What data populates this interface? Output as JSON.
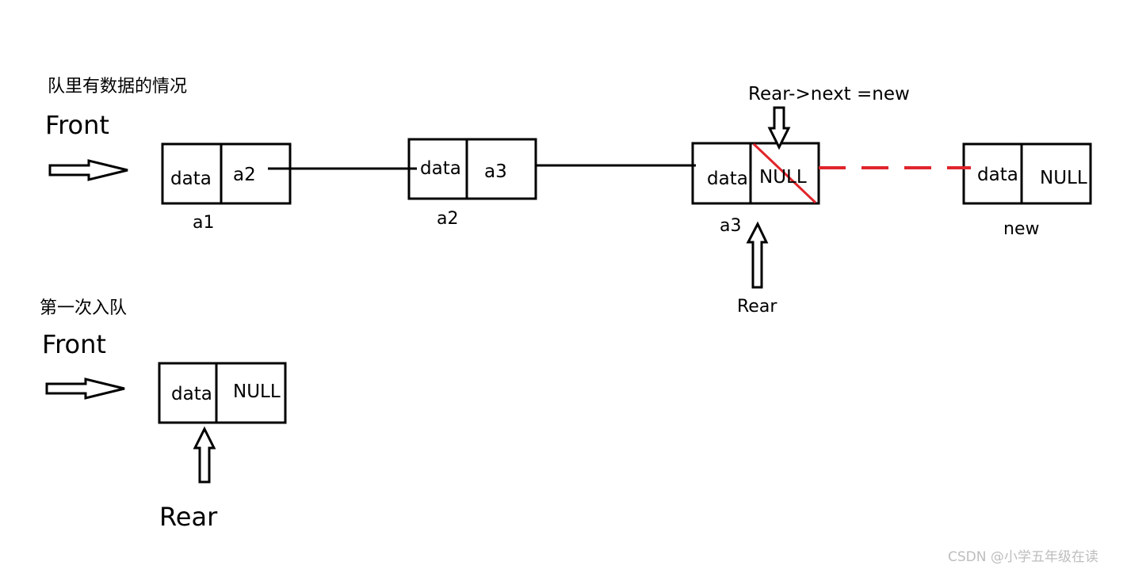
{
  "top_section": {
    "heading": "队里有数据的情况",
    "front_label": "Front",
    "nodes": [
      {
        "name": "a1",
        "data": "data",
        "next": "a2"
      },
      {
        "name": "a2",
        "data": "data",
        "next": "a3"
      },
      {
        "name": "a3",
        "data": "data",
        "next": "NULL"
      },
      {
        "name": "new",
        "data": "data",
        "next": "NULL"
      }
    ],
    "rear_label": "Rear",
    "annotation": "Rear->next =new"
  },
  "bottom_section": {
    "heading": "第一次入队",
    "front_label": "Front",
    "node": {
      "data": "data",
      "next": "NULL"
    },
    "rear_label": "Rear"
  },
  "watermark": "CSDN @小学五年级在读",
  "colors": {
    "stroke": "#000000",
    "highlight": "#e0252b"
  }
}
